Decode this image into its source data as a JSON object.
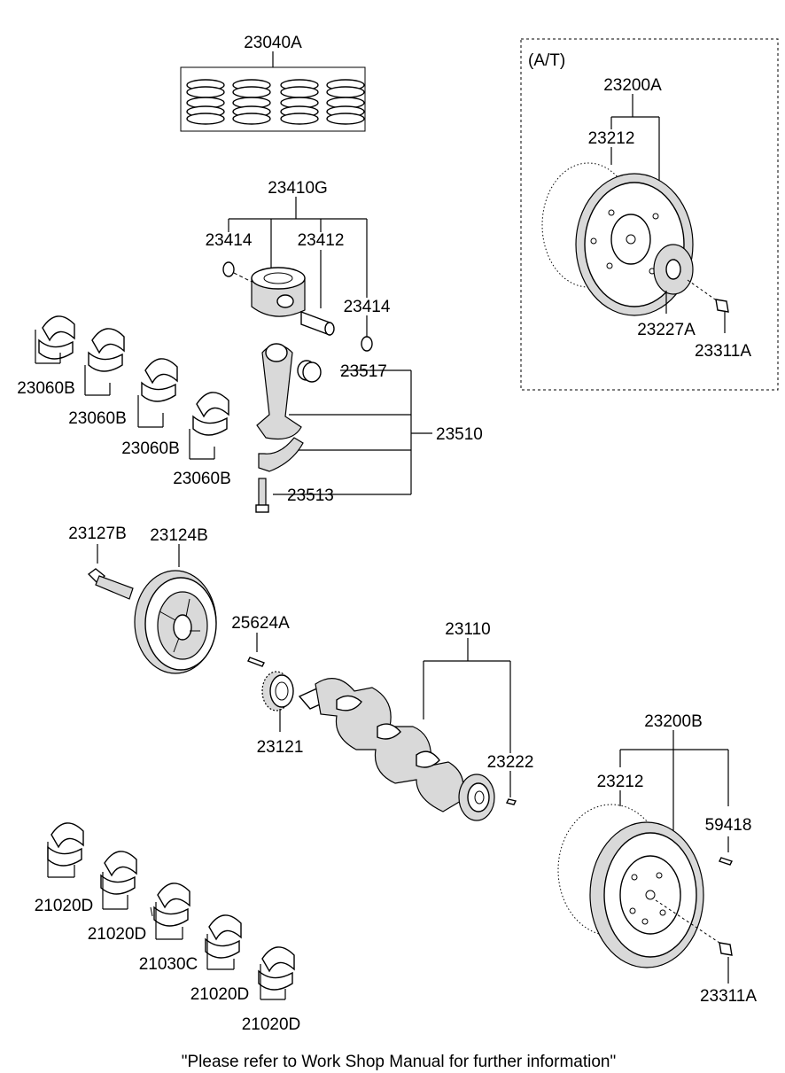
{
  "labels": {
    "piston_ring_set": "23040A",
    "piston_assy": "23410G",
    "snap_ring_left": "23414",
    "piston_pin": "23412",
    "snap_ring_right": "23414",
    "conrod_bush": "23517",
    "conrod_assy": "23510",
    "conrod_bolt": "23513",
    "conrod_bearing_1": "23060B",
    "conrod_bearing_2": "23060B",
    "conrod_bearing_3": "23060B",
    "conrod_bearing_4": "23060B",
    "pulley_bolt": "23127B",
    "damper_pulley": "23124B",
    "key": "25624A",
    "crank_sprocket": "23121",
    "crankshaft_assy": "23110",
    "crank_pin": "23222",
    "main_bearing_1": "21020D",
    "main_bearing_2": "21020D",
    "main_bearing_thrust": "21030C",
    "main_bearing_3": "21020D",
    "main_bearing_4": "21020D",
    "at_note": "(A/T)",
    "at_drive_plate_assy": "23200A",
    "at_ring_gear": "23212",
    "at_adapter_plate": "23227A",
    "at_bolt": "23311A",
    "mt_flywheel_assy": "23200B",
    "mt_ring_gear": "23212",
    "mt_dowel_pin": "59418",
    "mt_bolt": "23311A"
  },
  "footer_note": "\"Please refer to Work Shop Manual for further information\""
}
